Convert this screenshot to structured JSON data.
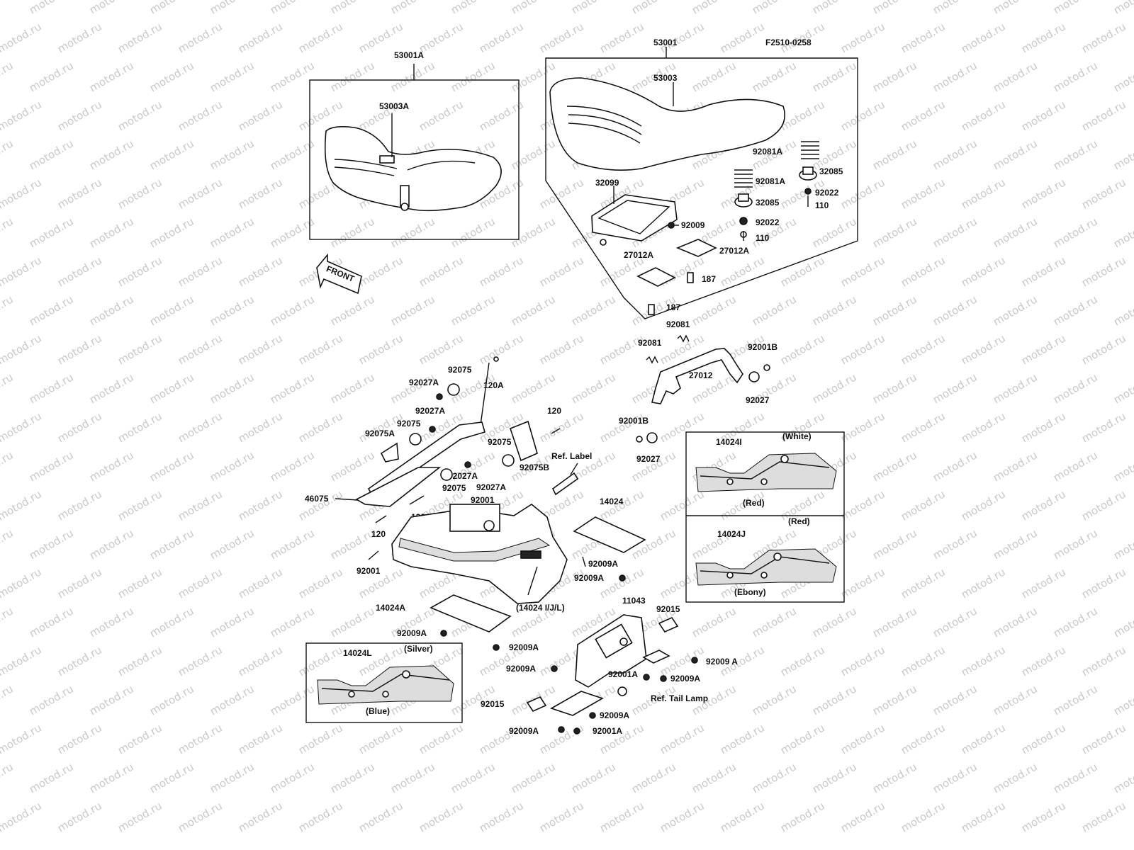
{
  "figure_id": "F2510-0258",
  "front_arrow": "FRONT",
  "watermark": "motod.ru",
  "labels": {
    "seat_assy_a": "53001A",
    "seat_cover_a": "53003A",
    "seat_assy": "53001",
    "seat_cover": "53003",
    "tray": "32099",
    "spring_1": "92081A",
    "spring_2": "92081A",
    "damper_1": "32085",
    "damper_2": "32085",
    "washer_1": "92022",
    "washer_2": "92022",
    "bolt110_1": "110",
    "bolt110_2": "110",
    "screw_92009": "92009",
    "bracket_a1": "27012A",
    "bracket_a2": "27012A",
    "bolt187_1": "187",
    "bolt187_2": "187",
    "spring_92081_1": "92081",
    "spring_92081_2": "92081",
    "bracket_27012": "27012",
    "bolt_92001b_1": "92001B",
    "bolt_92001b_2": "92001B",
    "nut_92027_1": "92027",
    "nut_92027_2": "92027",
    "grommet_92075_1": "92075",
    "nut_92027a_1": "92027A",
    "nut_92027a_2": "92027A",
    "grommet_92075_2": "92075",
    "grommet_92075a": "92075A",
    "bolt_120a_1": "120A",
    "bolt_120_1": "120",
    "grommet_92075_3": "92075",
    "grommet_92075b": "92075B",
    "ref_label": "Ref. Label",
    "nut_92027a_3": "92027A",
    "grommet_92075_4": "92075",
    "nut_92027a_4": "92027A",
    "bolt_92001_1": "92001",
    "plate_46075": "46075",
    "bolt_120a_2": "120A",
    "bolt_120_2": "120",
    "bolt_92001_2": "92001",
    "cover_14024": "14024",
    "screw_92009a_1": "92009A",
    "screw_92009a_2": "92009A",
    "cover_14024a": "14024A",
    "cover_14024ijl": "(14024 I/J/L)",
    "screw_92009a_3": "92009A",
    "screw_92009a_4": "92009A",
    "bracket_11043": "11043",
    "clip_92015_1": "92015",
    "screw_92009a_5": "92009A",
    "screw_92009a_6": "92009 A",
    "bolt_92001a_1": "92001A",
    "screw_92009a_7": "92009A",
    "clip_92015_2": "92015",
    "ref_tail_lamp": "Ref. Tail Lamp",
    "screw_92009a_8": "92009A",
    "screw_92009a_9": "92009A",
    "bolt_92001a_2": "92001A"
  },
  "variants": {
    "i": {
      "part": "14024I",
      "top_color": "(White)",
      "bottom_color": "(Red)"
    },
    "j": {
      "part": "14024J",
      "top_color": "(Red)",
      "bottom_color": "(Ebony)"
    },
    "l": {
      "part": "14024L",
      "top_color": "(Silver)",
      "bottom_color": "(Blue)"
    }
  }
}
